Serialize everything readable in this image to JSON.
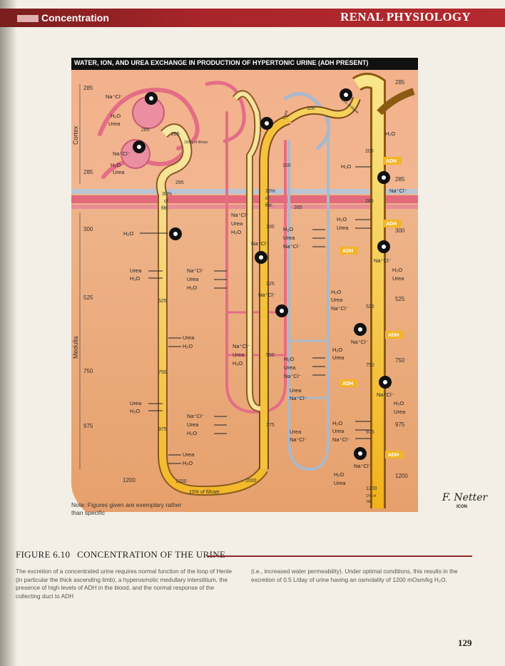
{
  "header": {
    "section": "Concentration",
    "chapter": "RENAL PHYSIOLOGY"
  },
  "figure": {
    "title": "WATER, ION, AND UREA EXCHANGE IN PRODUCTION OF HYPERTONIC URINE (ADH PRESENT)",
    "zone_cortex": "Cortex",
    "zone_medulla": "Medulla",
    "osm_left": [
      "285",
      "285",
      "300",
      "525",
      "750",
      "975",
      "1200"
    ],
    "osm_right": [
      "285",
      "285",
      "300",
      "525",
      "750",
      "975",
      "1200"
    ],
    "adh_label": "ADH",
    "labels": {
      "l285a": "285",
      "l285b": "285",
      "l285c": "285",
      "filtrate100": "100% of filtrate",
      "filtr30a": "30%",
      "filtr30b": "of",
      "filtr30c": "filtr.",
      "l525": "525",
      "l750": "750",
      "l975": "975",
      "l1200": "1200",
      "filtrate15": "15% of filtrate",
      "l1000": "1000",
      "filtr15a": "15%",
      "filtr15b": "of",
      "filtr15c": "filtr.",
      "l100a": "100",
      "l100b": "100",
      "l100c": "100",
      "l325": "325",
      "l550": "550",
      "l775": "775",
      "l285d": "285",
      "cd200": "200",
      "cd285": "285",
      "cd525": "525",
      "cd750": "750",
      "cd975": "975",
      "cd1200": "1200",
      "cd1pct_a": "1% of",
      "cd1pct_b": "filtr.",
      "dct15pct": "15% of filtrate",
      "top_urea": "Urea"
    },
    "species": {
      "nacl": "Na⁺Cl⁻",
      "h2o": "H₂O",
      "urea": "Urea"
    }
  },
  "note": "Note: Figures given are exemplary rather than specific",
  "signature": {
    "name": "F. Netter",
    "sub": "ICON"
  },
  "caption": {
    "label": "FIGURE 6.10",
    "title": "CONCENTRATION OF THE URINE"
  },
  "body": {
    "col1": "The excretion of a concentrated urine requires normal function of the loop of Henle (in particular the thick ascending limb), a hyperosmotic medullary interstitium, the presence of high levels of ADH in the blood, and the normal response of the collecting duct to ADH",
    "col2": "(i.e., increased water permeability). Under optimal conditions, this results in the excretion of 0.5 L/day of urine having an osmolality of 1200 mOsm/kg H₂O."
  },
  "page_number": "129"
}
